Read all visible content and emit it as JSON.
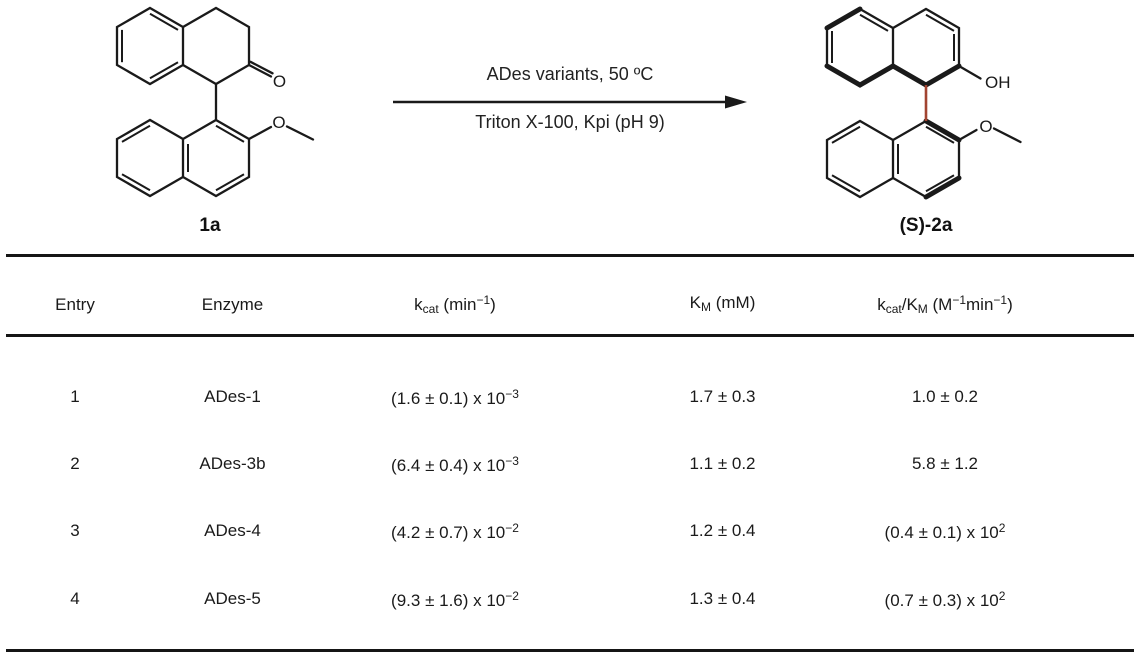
{
  "scheme": {
    "reactant_label": "1a",
    "product_label": "(S)-2a",
    "conditions_line1": "ADes variants, 50 ºC",
    "conditions_line2": "Triton X-100, Kpi (pH 9)",
    "atoms": {
      "reactant_ketone_oxygen": "O",
      "reactant_methoxy_oxygen": "O",
      "product_hydroxyl": "OH",
      "product_methoxy_oxygen": "O"
    },
    "colors": {
      "bond": "#1a1a1a",
      "chiral_axis_bond": "#a24431"
    }
  },
  "table": {
    "headers": {
      "entry": "Entry",
      "enzyme": "Enzyme",
      "kcat": [
        [
          "k"
        ],
        [
          "cat",
          "sub"
        ],
        [
          " (min"
        ],
        [
          "−1",
          "sup"
        ],
        [
          ")"
        ]
      ],
      "km": [
        [
          "K"
        ],
        [
          "M",
          "sub"
        ],
        [
          " (mM)"
        ]
      ],
      "kcat_km": [
        [
          "k"
        ],
        [
          "cat",
          "sub"
        ],
        [
          "/K"
        ],
        [
          "M",
          "sub"
        ],
        [
          " (M"
        ],
        [
          "−1",
          "sup"
        ],
        [
          "min"
        ],
        [
          "−1",
          "sup"
        ],
        [
          ")"
        ]
      ]
    },
    "rows": [
      {
        "entry": "1",
        "enzyme": "ADes-1",
        "kcat": [
          [
            "(1.6 ± 0.1) x 10"
          ],
          [
            "−3",
            "sup"
          ]
        ],
        "km": [
          [
            "1.7 ± 0.3"
          ]
        ],
        "kcat_km": [
          [
            "1.0 ± 0.2"
          ]
        ]
      },
      {
        "entry": "2",
        "enzyme": "ADes-3b",
        "kcat": [
          [
            "(6.4 ± 0.4) x 10"
          ],
          [
            "−3",
            "sup"
          ]
        ],
        "km": [
          [
            "1.1 ± 0.2"
          ]
        ],
        "kcat_km": [
          [
            "5.8 ± 1.2"
          ]
        ]
      },
      {
        "entry": "3",
        "enzyme": "ADes-4",
        "kcat": [
          [
            "(4.2 ± 0.7) x 10"
          ],
          [
            "−2",
            "sup"
          ]
        ],
        "km": [
          [
            "1.2 ± 0.4"
          ]
        ],
        "kcat_km": [
          [
            "(0.4 ± 0.1) x 10"
          ],
          [
            "2",
            "sup"
          ]
        ]
      },
      {
        "entry": "4",
        "enzyme": "ADes-5",
        "kcat": [
          [
            "(9.3 ± 1.6) x 10"
          ],
          [
            "−2",
            "sup"
          ]
        ],
        "km": [
          [
            "1.3 ± 0.4"
          ]
        ],
        "kcat_km": [
          [
            "(0.7 ± 0.3) x 10"
          ],
          [
            "2",
            "sup"
          ]
        ]
      }
    ]
  }
}
